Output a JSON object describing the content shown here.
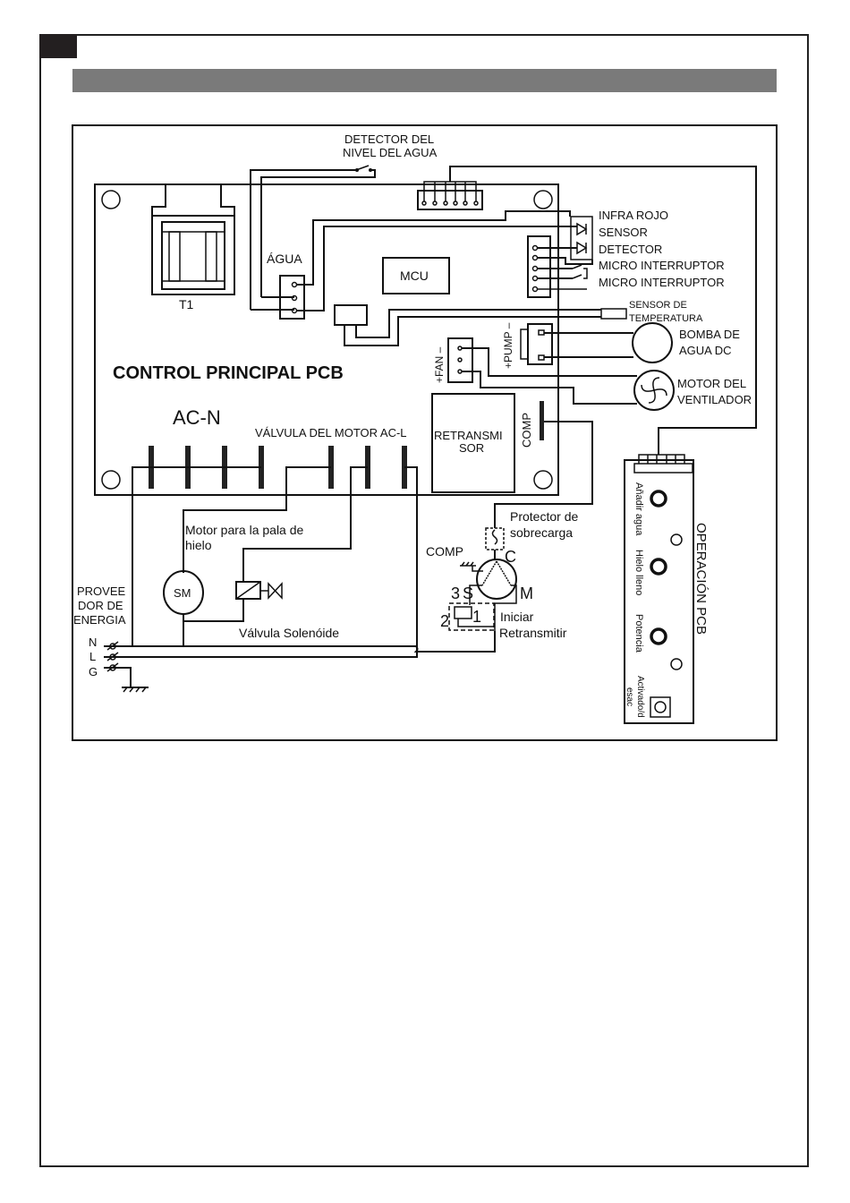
{
  "page": {
    "title_bar_text": "",
    "colors": {
      "title_bar": "#7a7a7a",
      "corner_tab": "#231f20",
      "ink": "#111111"
    }
  },
  "main_pcb": {
    "title": "CONTROL PRINCIPAL PCB",
    "transformer_label": "T1",
    "water_connector_label": "ÁGUA",
    "mcu_label": "MCU",
    "ac_n_label": "AC-N",
    "valve_motor_label": "VÁLVULA DEL MOTOR AC-L",
    "relay_label_line1": "RETRANSMI",
    "relay_label_line2": "SOR",
    "comp_terminal_label": "COMP",
    "fan_connector_label": "+FAN –",
    "pump_connector_label": "+PUMP –"
  },
  "sensors": {
    "water_level_line1": "DETECTOR DEL",
    "water_level_line2": "NIVEL DEL AGUA",
    "infrared": "INFRA ROJO",
    "sensor": "SENSOR",
    "detector": "DETECTOR",
    "micro_switch_1": "MICRO INTERRUPTOR",
    "micro_switch_2": "MICRO INTERRUPTOR",
    "temp_sensor_line1": "SENSOR DE",
    "temp_sensor_line2": "TEMPERATURA"
  },
  "loads": {
    "pump_line1": "BOMBA DE",
    "pump_line2": "AGUA DC",
    "fan_line1": "MOTOR DEL",
    "fan_line2": "VENTILADOR",
    "ice_motor_line1": "Motor para la pala de",
    "ice_motor_line2": "hielo",
    "sm_label": "SM",
    "solenoid_label": "Válvula Solenóide"
  },
  "power": {
    "supply_line1": "PROVEE",
    "supply_line2": "DOR DE",
    "supply_line3": "ENERGIA",
    "n": "N",
    "l": "L",
    "g": "G"
  },
  "compressor": {
    "comp_label": "COMP",
    "overload_line1": "Protector de",
    "overload_line2": "sobrecarga",
    "c": "C",
    "s": "S",
    "m": "M",
    "pin3": "3",
    "pin2": "2",
    "pin1": "1",
    "start_relay_line1": "Iniciar",
    "start_relay_line2": "Retransmitir"
  },
  "operation_pcb": {
    "title": "OPERACIÓN PCB",
    "add_water": "Añadir agua",
    "ice_full": "Hielo lleno",
    "power": "Potencia",
    "toggle_line1": "Activado/d",
    "toggle_line2": "esac"
  }
}
